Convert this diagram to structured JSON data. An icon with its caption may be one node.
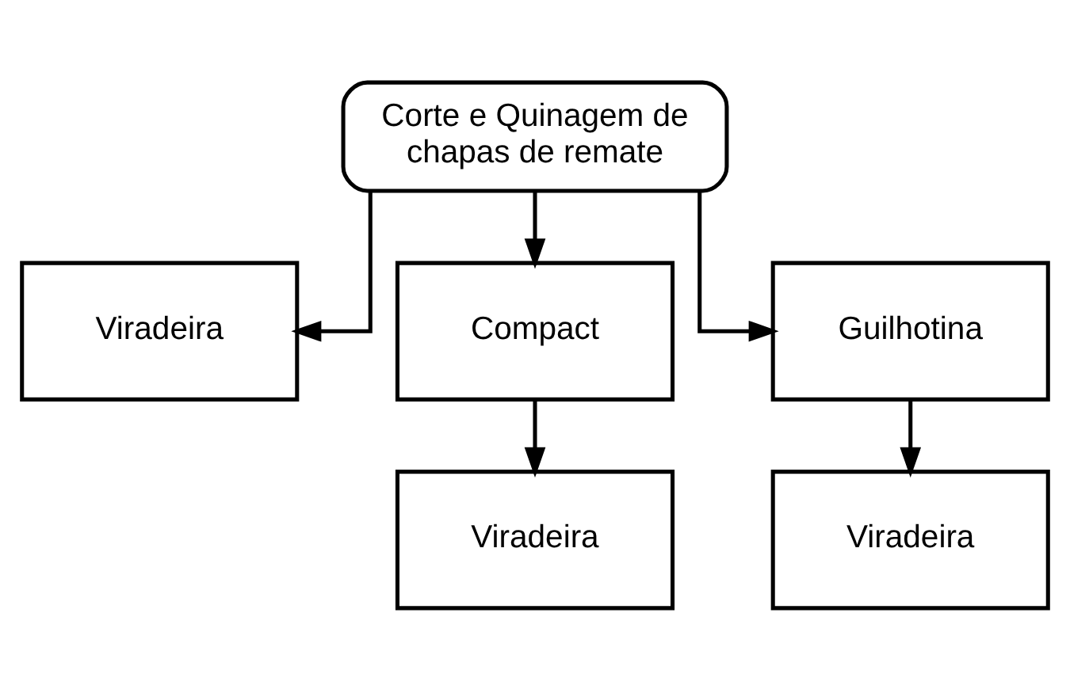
{
  "diagram": {
    "nodes": [
      {
        "text": [
          "Corte e Quinagem de chapas de remate"
        ]
      },
      {
        "text": [
          "Viradeira"
        ]
      },
      {
        "text": [
          "Compact"
        ]
      },
      {
        "text": [
          "Guilhotina"
        ]
      },
      {
        "text": [
          "Viradeira"
        ]
      },
      {
        "text": [
          "Viradeira"
        ]
      }
    ],
    "edges": [
      {
        "from": 0,
        "to": 1,
        "arrow": "to"
      },
      {
        "from": 0,
        "to": 2,
        "arrow": "to"
      },
      {
        "from": 0,
        "to": 3,
        "arrow": "to"
      },
      {
        "from": 2,
        "to": 4,
        "arrow": "to"
      },
      {
        "from": 3,
        "to": 5,
        "arrow": "to"
      }
    ]
  }
}
